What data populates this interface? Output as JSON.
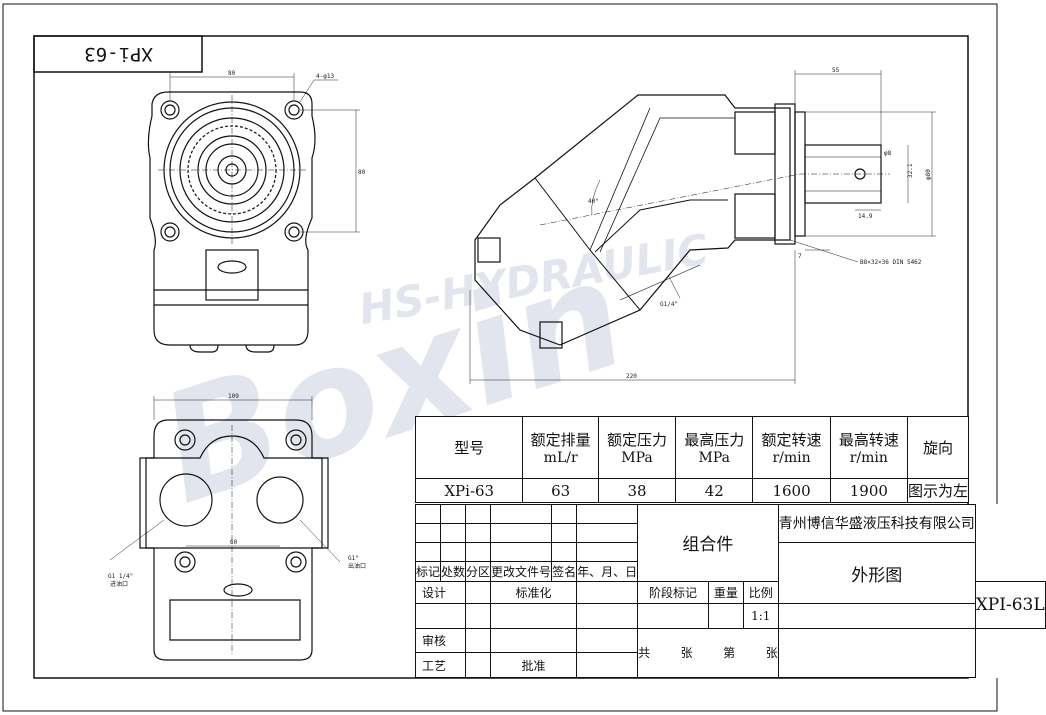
{
  "drawing_label": "XPi-63",
  "watermark": {
    "brand": "Boxin",
    "sub": "HS-HYDRAULIC"
  },
  "dimensions": {
    "front_width": "80",
    "front_height": "80",
    "front_holes": "4-φ13",
    "bottom_width": "109",
    "bottom_ports": "60",
    "inlet_port": "G1 1/4\"",
    "inlet_name": "进油口",
    "outlet_port": "G1\"",
    "outlet_name": "出油口",
    "side_55": "55",
    "side_d8": "φ8",
    "side_321": "32.1",
    "side_d80": "φ80",
    "side_149": "14.9",
    "side_7": "7",
    "side_spline": "B8×32×36  DIN 5462",
    "side_angle": "40°",
    "side_port": "G1/4\"",
    "side_length": "220"
  },
  "spec_table": {
    "headers": [
      {
        "l1": "型号",
        "l2": ""
      },
      {
        "l1": "额定排量",
        "l2": "mL/r"
      },
      {
        "l1": "额定压力",
        "l2": "MPa"
      },
      {
        "l1": "最高压力",
        "l2": "MPa"
      },
      {
        "l1": "额定转速",
        "l2": "r/min"
      },
      {
        "l1": "最高转速",
        "l2": "r/min"
      },
      {
        "l1": "旋向",
        "l2": ""
      }
    ],
    "row": [
      "XPi-63",
      "63",
      "38",
      "42",
      "1600",
      "1900",
      "图示为左"
    ]
  },
  "title_block": {
    "mark_row": [
      "标记",
      "处数",
      "分区",
      "更改文件号",
      "签名",
      "年、月、日"
    ],
    "design": "设计",
    "standardize": "标准化",
    "review": "审核",
    "process": "工艺",
    "approve": "批准",
    "assembly": "组合件",
    "company": "青州博信华盛液压科技有限公司",
    "drawing_type": "外形图",
    "stage_mark": "阶段标记",
    "weight": "重量",
    "scale_label": "比例",
    "scale": "1:1",
    "drawing_no": "XPI-63L",
    "total": "共",
    "sheets": "张",
    "sheet_no": "第",
    "sheets2": "张"
  }
}
